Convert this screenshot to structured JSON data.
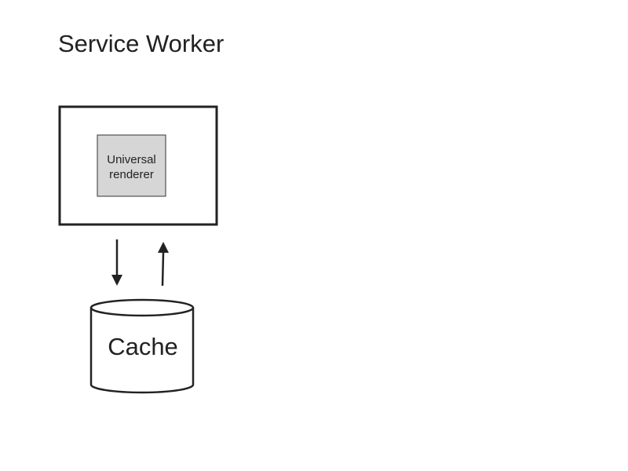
{
  "diagram": {
    "title": "Service Worker",
    "worker": {
      "inner_label_line1": "Universal",
      "inner_label_line2": "renderer"
    },
    "cache": {
      "label": "Cache"
    }
  }
}
